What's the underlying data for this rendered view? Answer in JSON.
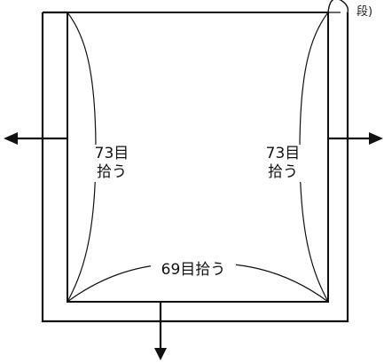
{
  "labels": {
    "left_count": "73目",
    "left_action": "拾う",
    "right_count": "73目",
    "right_action": "拾う",
    "bottom": "69目拾う"
  },
  "corner_note": "段)",
  "colors": {
    "ink": "#111111",
    "background": "#ffffff"
  }
}
